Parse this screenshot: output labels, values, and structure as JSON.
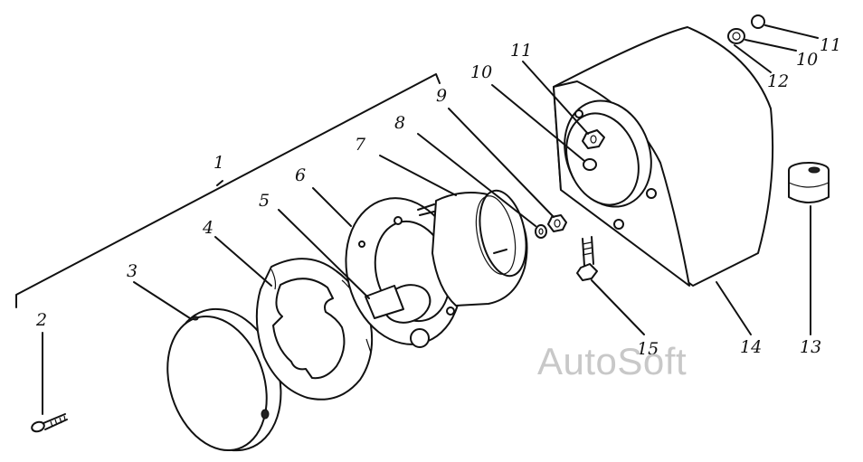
{
  "labels": {
    "l1": "1",
    "l2": "2",
    "l3": "3",
    "l4": "4",
    "l5": "5",
    "l6": "6",
    "l7": "7",
    "l8": "8",
    "l9": "9",
    "l10a": "10",
    "l11a": "11",
    "l10b": "10",
    "l11b": "11",
    "l12": "12",
    "l13": "13",
    "l14": "14",
    "l15": "15"
  },
  "watermark": "AutoSoft"
}
